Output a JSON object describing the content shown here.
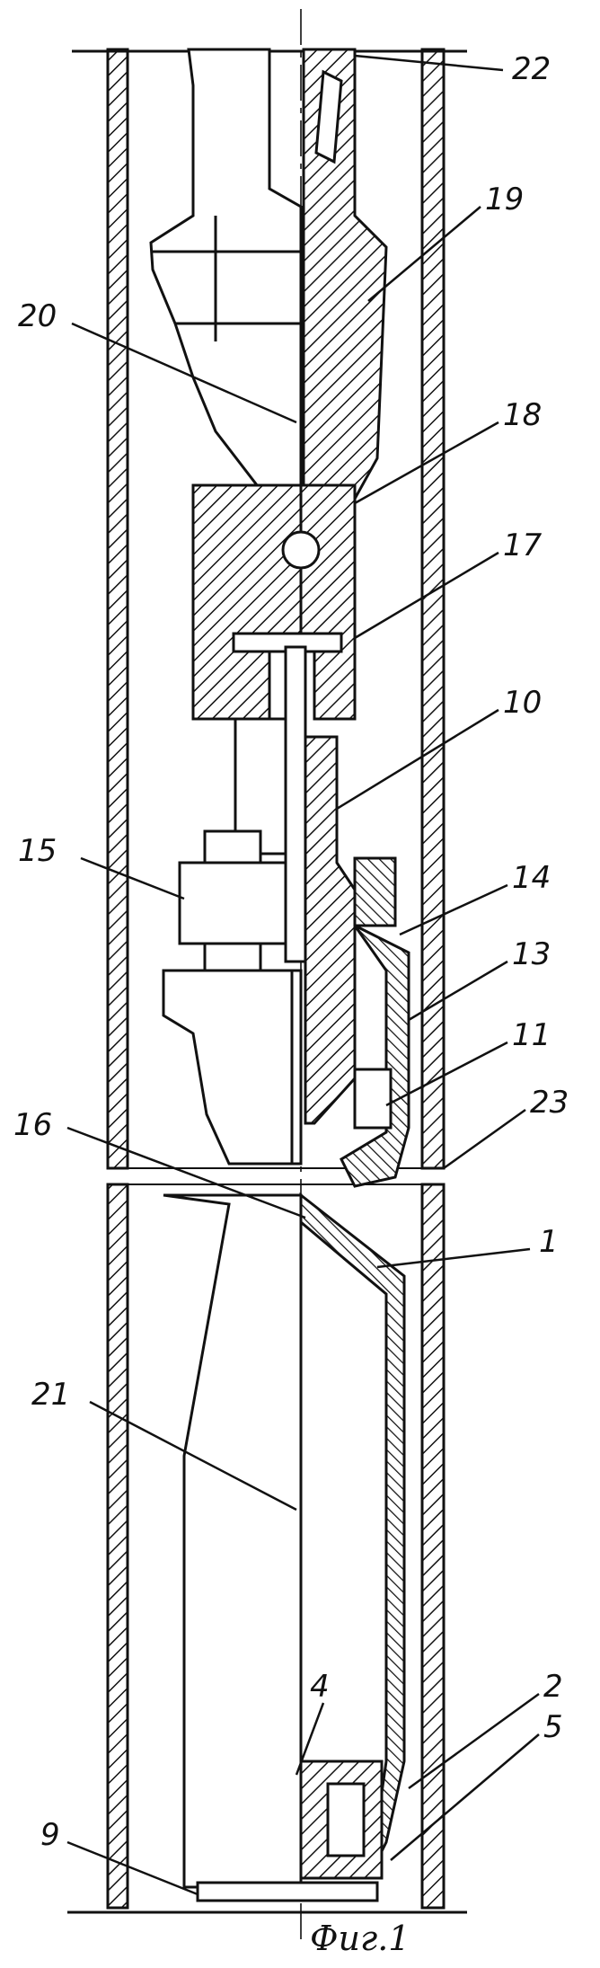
{
  "figure": {
    "caption": "Фиг.1",
    "labels": [
      "22",
      "19",
      "20",
      "18",
      "17",
      "10",
      "15",
      "14",
      "13",
      "11",
      "16",
      "23",
      "1",
      "21",
      "4",
      "2",
      "5",
      "9"
    ]
  },
  "colors": {
    "ink": "#111111",
    "paper": "#ffffff"
  }
}
